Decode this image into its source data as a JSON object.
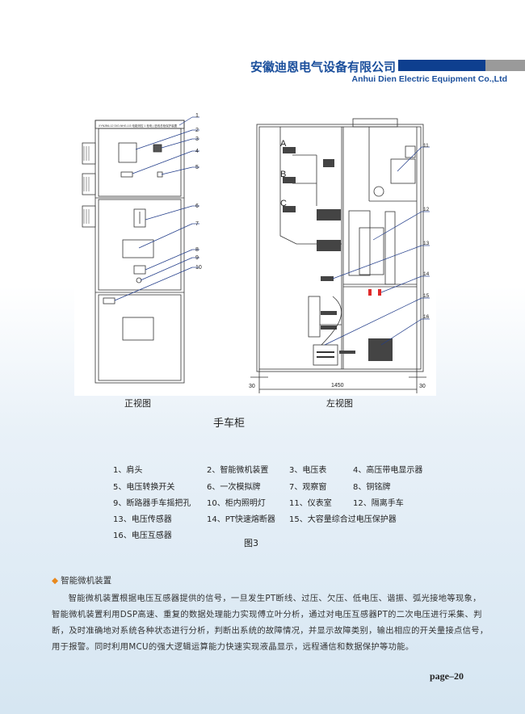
{
  "header": {
    "company_cn": "安徽迪恩电气设备有限公司",
    "company_en": "Anhui Dien Electric Equipment Co.,Ltd"
  },
  "drawing": {
    "front_plate_text": "XYN2B6-12 DIO-NHG-1G 电能测控 1 柜电 | 进线总柜保护装置",
    "front_callouts": [
      "1",
      "2",
      "3",
      "4",
      "5",
      "6",
      "7",
      "8",
      "9",
      "10"
    ],
    "side_callouts": [
      "11",
      "12",
      "13",
      "14",
      "15",
      "16"
    ],
    "phases": [
      "A",
      "B",
      "C"
    ],
    "dims": {
      "left": "30",
      "width": "1450",
      "right": "30"
    },
    "front_caption": "正视图",
    "side_caption": "左视图",
    "title": "手车柜"
  },
  "legend": [
    "1、肩头",
    "2、智能微机装置",
    "3、电压表",
    "4、高压带电显示器",
    "5、电压转换开关",
    "6、一次模拟牌",
    "7、观察窗",
    "8、铜铭牌",
    "9、断路器手车摇把孔",
    "10、柜内照明灯",
    "11、仪表室",
    "12、隔离手车",
    "13、电压传感器",
    "14、PT快速熔断器",
    "15、大容量综合过电压保护器",
    "16、电压互感器"
  ],
  "figure_label": "图3",
  "section": {
    "title": "智能微机装置",
    "body": "智能微机装置根据电压互感器提供的信号，一旦发生PT断线、过压、欠压、低电压、谐振、弧光接地等现象，智能微机装置利用DSP高速、重复的数据处理能力实现傅立叶分析，通过对电压互感器PT的二次电压进行采集、判断，及时准确地对系统各种状态进行分析，判断出系统的故障情况，并显示故障类别，输出相应的开关量接点信号，用于报警。同时利用MCU的强大逻辑运算能力快速实现液晶显示，远程通信和数据保护等功能。"
  },
  "page_number": "page–20"
}
